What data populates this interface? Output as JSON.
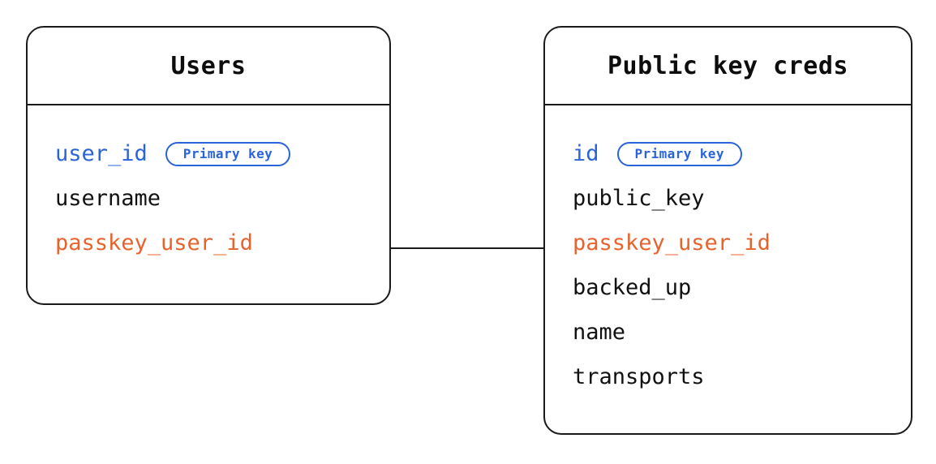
{
  "diagram": {
    "type": "entity-relationship-diagram",
    "background_color": "#ffffff",
    "colors": {
      "border": "#1a1a1a",
      "text": "#111111",
      "primary_key": "#2a64d8",
      "foreign_key": "#e8632c"
    },
    "entities": [
      {
        "id": "users",
        "title": "Users",
        "fields": [
          {
            "name": "user_id",
            "role": "primary",
            "badge": "Primary key"
          },
          {
            "name": "username",
            "role": "plain",
            "badge": null
          },
          {
            "name": "passkey_user_id",
            "role": "foreign",
            "badge": null
          }
        ]
      },
      {
        "id": "public-key-creds",
        "title": "Public key creds",
        "fields": [
          {
            "name": "id",
            "role": "primary",
            "badge": "Primary key"
          },
          {
            "name": "public_key",
            "role": "plain",
            "badge": null
          },
          {
            "name": "passkey_user_id",
            "role": "foreign",
            "badge": null
          },
          {
            "name": "backed_up",
            "role": "plain",
            "badge": null
          },
          {
            "name": "name",
            "role": "plain",
            "badge": null
          },
          {
            "name": "transports",
            "role": "plain",
            "badge": null
          }
        ]
      }
    ],
    "relationships": [
      {
        "from_entity": "users",
        "from_field": "passkey_user_id",
        "to_entity": "public-key-creds",
        "to_field": "passkey_user_id"
      }
    ]
  }
}
